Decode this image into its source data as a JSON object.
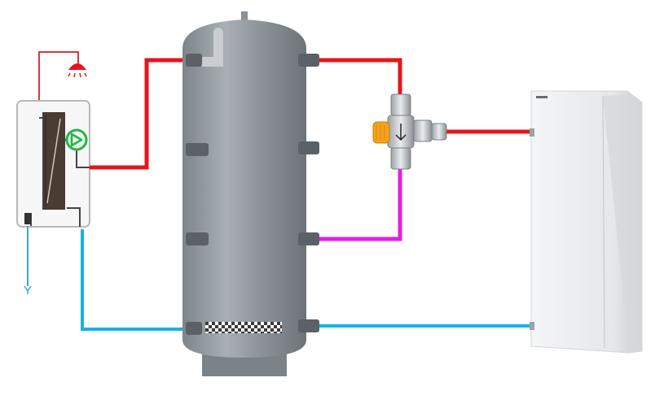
{
  "diagram": {
    "components": [
      {
        "id": "shower-head",
        "icon": "shower-head-icon"
      },
      {
        "id": "fresh-water-station",
        "icon": "plate-heat-exchanger-icon"
      },
      {
        "id": "circulation-pump",
        "icon": "pump-icon"
      },
      {
        "id": "buffer-tank",
        "icon": "storage-tank-icon"
      },
      {
        "id": "heating-coil",
        "icon": "coil-icon"
      },
      {
        "id": "three-way-mixing-valve",
        "icon": "mixing-valve-icon"
      },
      {
        "id": "heat-pump",
        "icon": "heat-pump-unit-icon"
      }
    ],
    "pipe_colors": {
      "hot": "#e8141b",
      "mixed": "#e51ee5",
      "cold": "#14b2ea",
      "domestic_hot_line": "#d9383b",
      "domestic_cold_line": "#3aa8d8"
    },
    "body_colors": {
      "tank": "#8f969c",
      "valve_handle": "#f6a21a",
      "pump": "#27b34a",
      "exchanger": "#4a3b33",
      "heat_pump": "#e9eaec"
    }
  }
}
